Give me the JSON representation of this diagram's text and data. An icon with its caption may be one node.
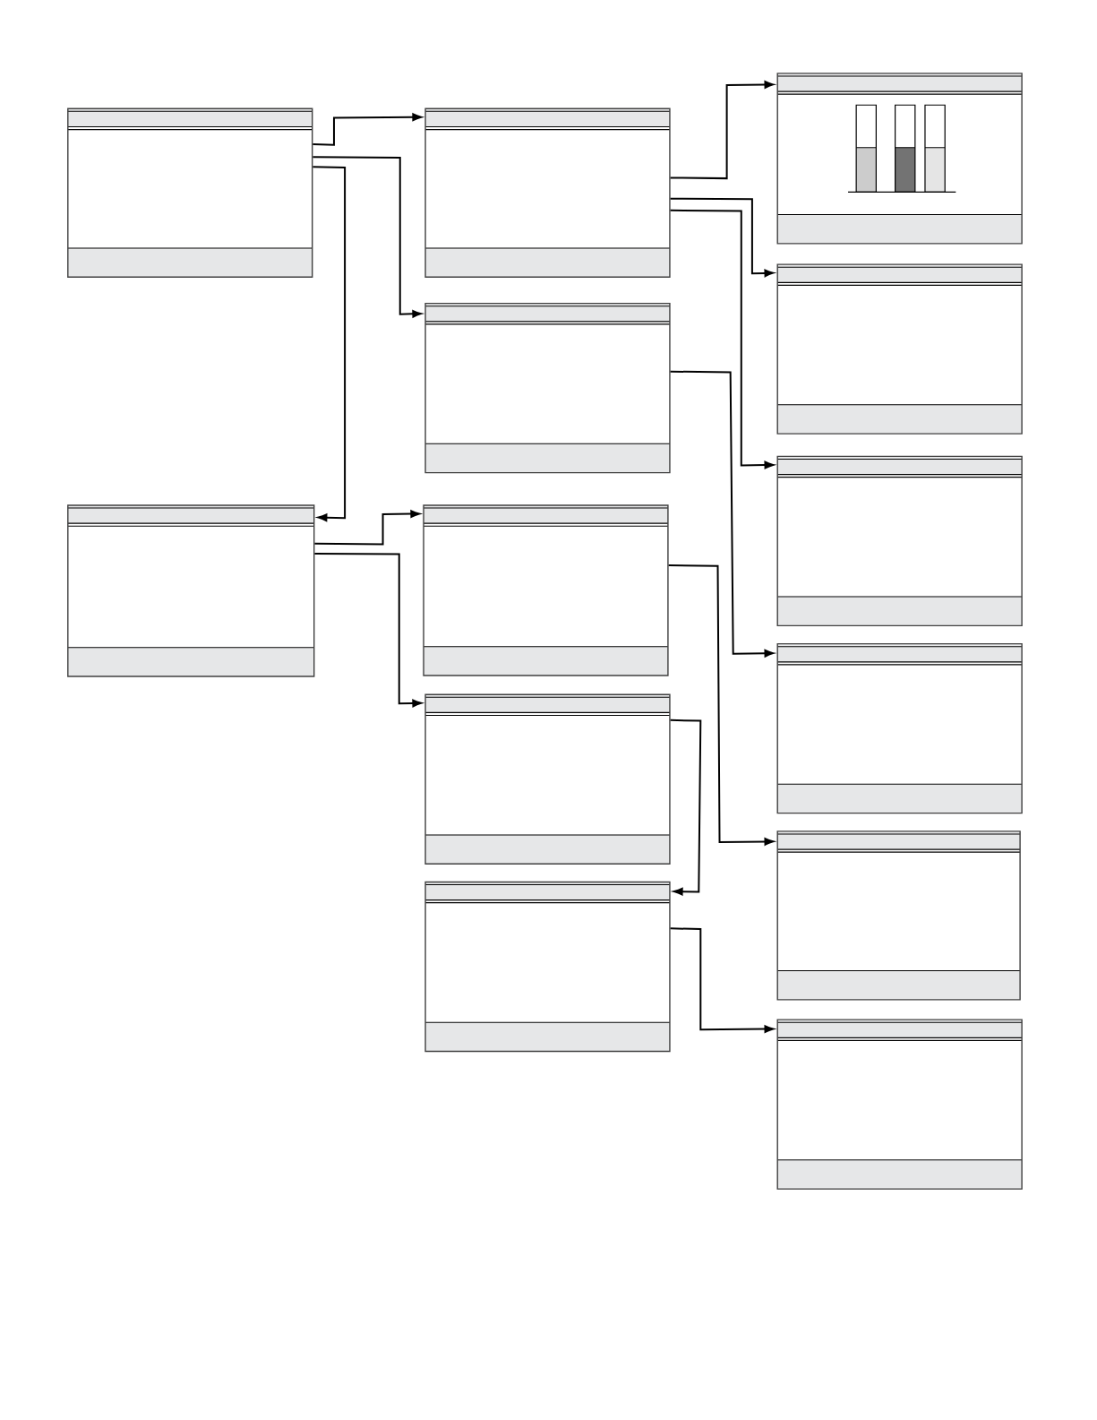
{
  "diagram": {
    "nodes": [
      {
        "text": [],
        "shape": "box"
      },
      {
        "text": [],
        "shape": "box"
      },
      {
        "text": [],
        "shape": "box"
      },
      {
        "text": [],
        "shape": "box"
      },
      {
        "text": [],
        "shape": "box"
      },
      {
        "text": [],
        "shape": "box"
      },
      {
        "text": [],
        "shape": "box"
      },
      {
        "text": [],
        "shape": "box"
      },
      {
        "text": [],
        "shape": "box"
      },
      {
        "text": [],
        "shape": "box"
      },
      {
        "text": [],
        "shape": "box"
      },
      {
        "text": [],
        "shape": "box"
      },
      {
        "text": [],
        "shape": "box"
      }
    ],
    "edges": [
      {
        "from": 0,
        "to": 2,
        "arrow": "to"
      },
      {
        "from": 0,
        "to": 3,
        "arrow": "to"
      },
      {
        "from": 0,
        "to": 1,
        "arrow": "to"
      },
      {
        "from": 2,
        "to": 7,
        "arrow": "to"
      },
      {
        "from": 2,
        "to": 8,
        "arrow": "to"
      },
      {
        "from": 2,
        "to": 9,
        "arrow": "to"
      },
      {
        "from": 3,
        "to": 10,
        "arrow": "to"
      },
      {
        "from": 1,
        "to": 4,
        "arrow": "to"
      },
      {
        "from": 1,
        "to": 5,
        "arrow": "to"
      },
      {
        "from": 4,
        "to": 11,
        "arrow": "to"
      },
      {
        "from": 5,
        "to": 6,
        "arrow": "to"
      },
      {
        "from": 6,
        "to": 12,
        "arrow": "to"
      }
    ]
  }
}
